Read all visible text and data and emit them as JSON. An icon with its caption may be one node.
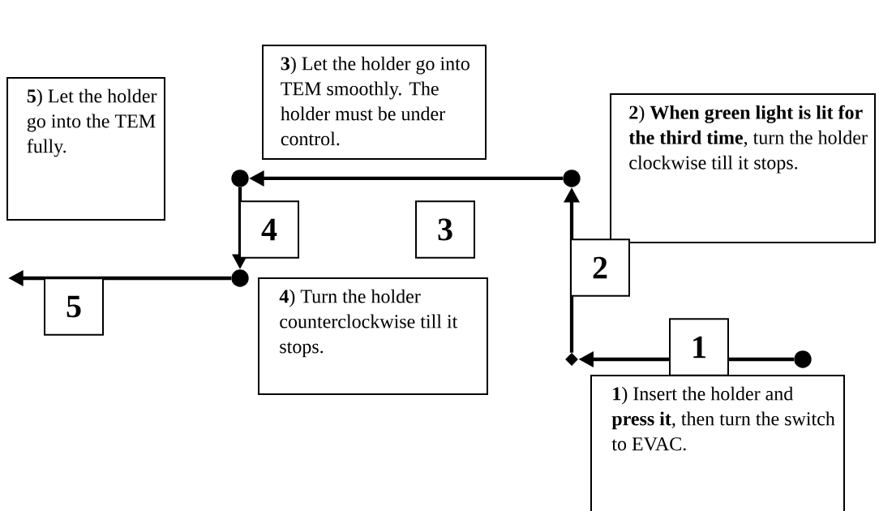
{
  "diagram": {
    "nodes": [
      {
        "text": [
          "**5**) Let the holder go into the TEM fully."
        ]
      },
      {
        "text": [
          "**3**) Let the holder go into TEM smoothly. The holder must be under control."
        ]
      },
      {
        "text": [
          "**2**) **When green light is lit for the third time**, turn the holder clockwise till it stops."
        ]
      },
      {
        "text": [
          "**4**) Turn the holder counterclockwise till it stops."
        ]
      },
      {
        "text": [
          "**1**) Insert the holder and **press it**, then turn the switch to EVAC."
        ]
      },
      {
        "text": [],
        "shape": "circle"
      },
      {
        "text": [],
        "shape": "diamond"
      },
      {
        "text": [],
        "shape": "circle"
      },
      {
        "text": [],
        "shape": "circle"
      },
      {
        "text": [],
        "shape": "circle"
      }
    ],
    "edges": [
      {
        "from": 5,
        "to": 6,
        "arrow": "to",
        "label": "1"
      },
      {
        "from": 6,
        "to": 7,
        "arrow": "to",
        "label": "2"
      },
      {
        "from": 7,
        "to": 8,
        "arrow": "to",
        "label": "3"
      },
      {
        "from": 8,
        "to": 9,
        "arrow": "to",
        "label": "4"
      },
      {
        "from": 9,
        "to": null,
        "arrow": "to",
        "label": "5"
      }
    ]
  }
}
